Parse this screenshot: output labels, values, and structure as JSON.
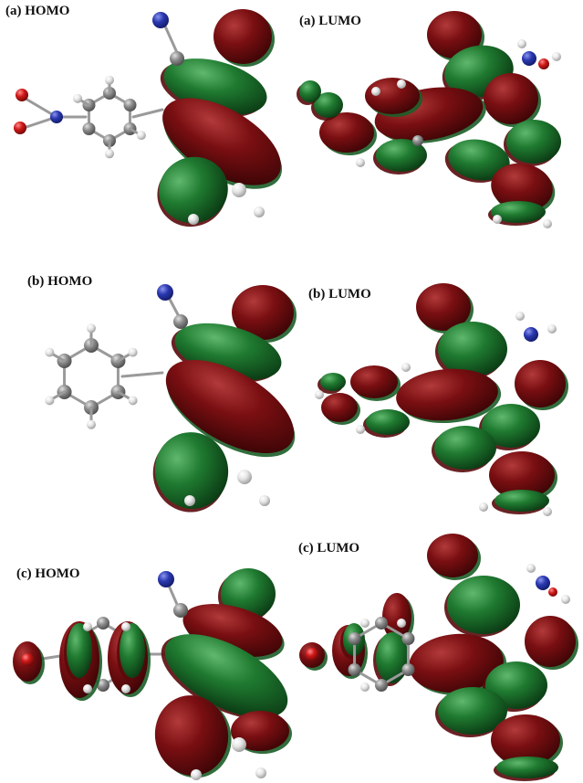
{
  "figure": {
    "panels": [
      {
        "id": "a-homo",
        "label": "(a) HOMO"
      },
      {
        "id": "a-lumo",
        "label": "(a) LUMO"
      },
      {
        "id": "b-homo",
        "label": "(b) HOMO"
      },
      {
        "id": "b-lumo",
        "label": "(b) LUMO"
      },
      {
        "id": "c-homo",
        "label": "(c) HOMO"
      },
      {
        "id": "c-lumo",
        "label": "(c) LUMO"
      }
    ],
    "colors": {
      "positive_lobe": "#7a0f12",
      "negative_lobe": "#1f7a30",
      "carbon": "#8c8c8c",
      "hydrogen": "#e6e6e6",
      "nitrogen": "#2a38b0",
      "oxygen": "#d01818",
      "bond": "#9a9a9a"
    }
  }
}
